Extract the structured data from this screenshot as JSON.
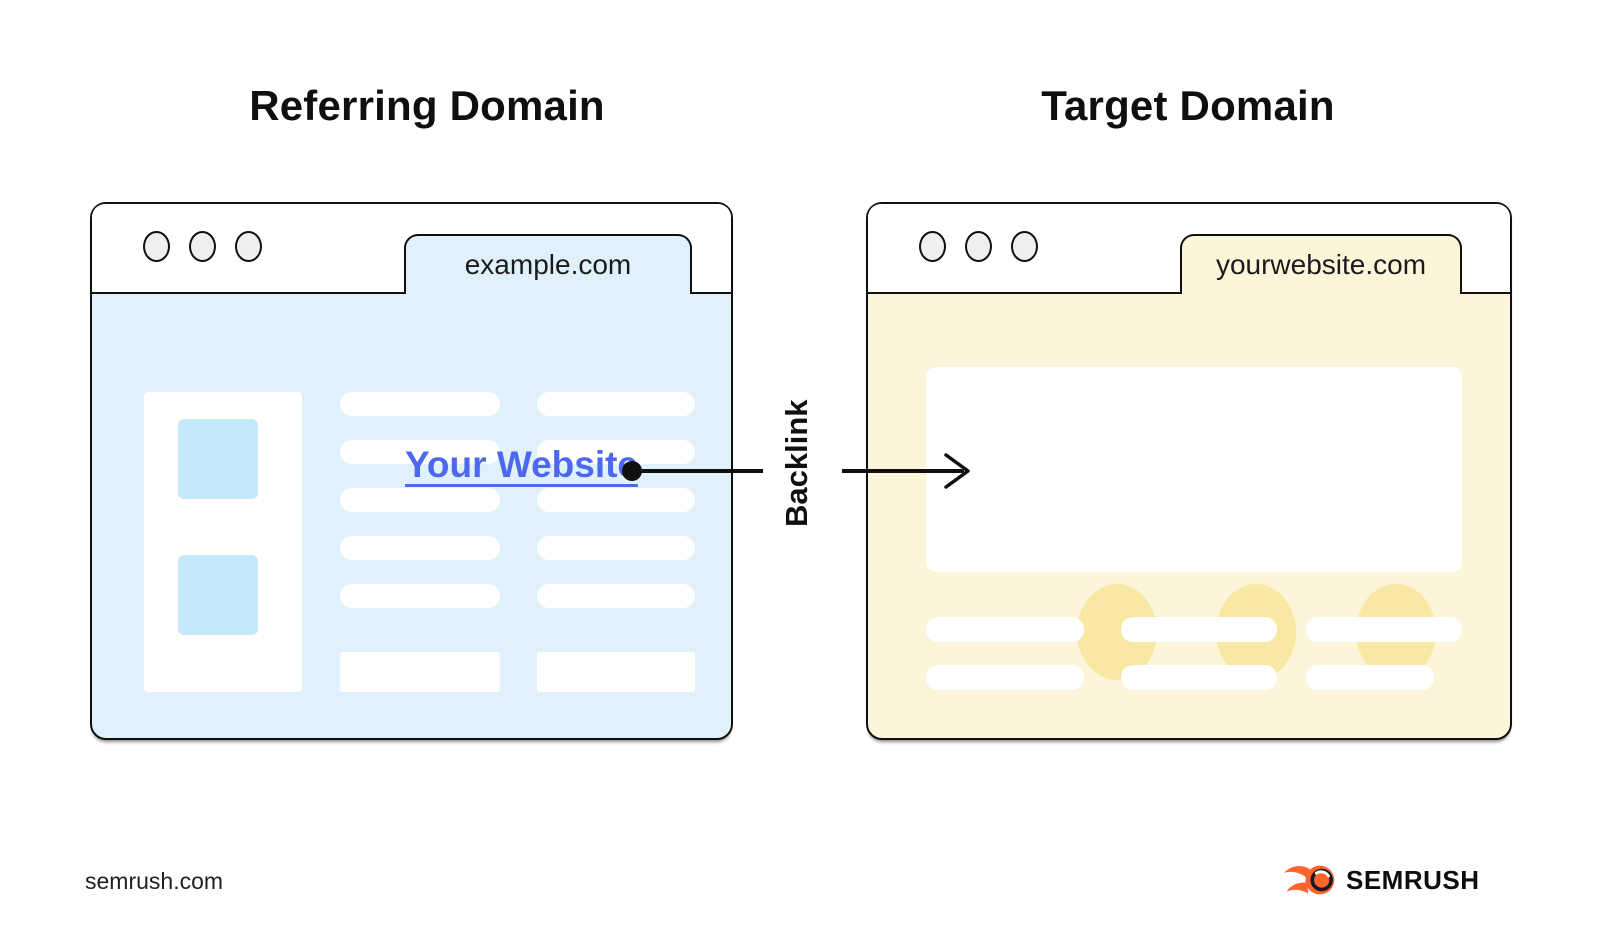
{
  "titles": {
    "left": "Referring Domain",
    "right": "Target Domain"
  },
  "referring_window": {
    "tab_label": "example.com",
    "link_label": "Your Website"
  },
  "target_window": {
    "tab_label": "yourwebsite.com"
  },
  "connector": {
    "label": "Backlink"
  },
  "footer": {
    "site": "semrush.com",
    "brand": "SEMRUSH"
  },
  "colors": {
    "blue_body": "#E0F1FC",
    "blue_accent": "#C5E8FA",
    "yellow_body": "#FCF5DA",
    "yellow_accent": "#F9E8A4",
    "link_blue": "#4C69EE",
    "brand_orange": "#FF642D",
    "outline": "#101010"
  }
}
